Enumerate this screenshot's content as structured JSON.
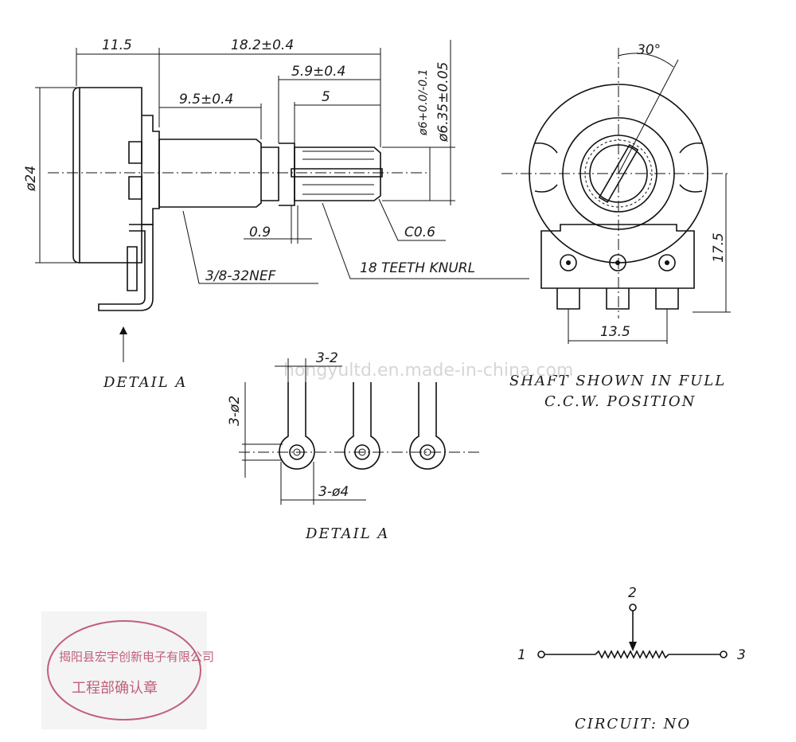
{
  "side_view": {
    "dim_flange": "11.5",
    "dim_total": "18.2±0.4",
    "dim_knurl_len": "5.9±0.4",
    "dim_thread": "9.5±0.4",
    "dim_knurl_5": "5",
    "dim_body_dia": "ø24",
    "dim_shaft_dia1": "ø6+0.0/-0.1",
    "dim_shaft_dia2": "ø6.35±0.05",
    "dim_gap": "0.9",
    "dim_chamfer": "C0.6",
    "label_thread": "3/8-32NEF",
    "label_knurl": "18 TEETH KNURL",
    "label_detail_arrow": "DETAIL  A"
  },
  "front_view": {
    "angle": "30°",
    "dim_height": "17.5",
    "dim_pitch": "13.5",
    "note_line1": "SHAFT SHOWN IN FULL",
    "note_line2": "C.C.W. POSITION"
  },
  "detail_a": {
    "dim_pin_width": "3-2",
    "dim_hole_small": "3-ø2",
    "dim_hole_large": "3-ø4",
    "title": "DETAIL  A"
  },
  "circuit": {
    "pin1": "1",
    "pin2": "2",
    "pin3": "3",
    "label": "CIRCUIT:  NO"
  },
  "watermark": "hongyultd.en.made-in-china.com",
  "stamp": {
    "line1": "揭阳县宏宇创新电子有限公司",
    "line2": "工程部确认章",
    "color": "#c0607a"
  }
}
